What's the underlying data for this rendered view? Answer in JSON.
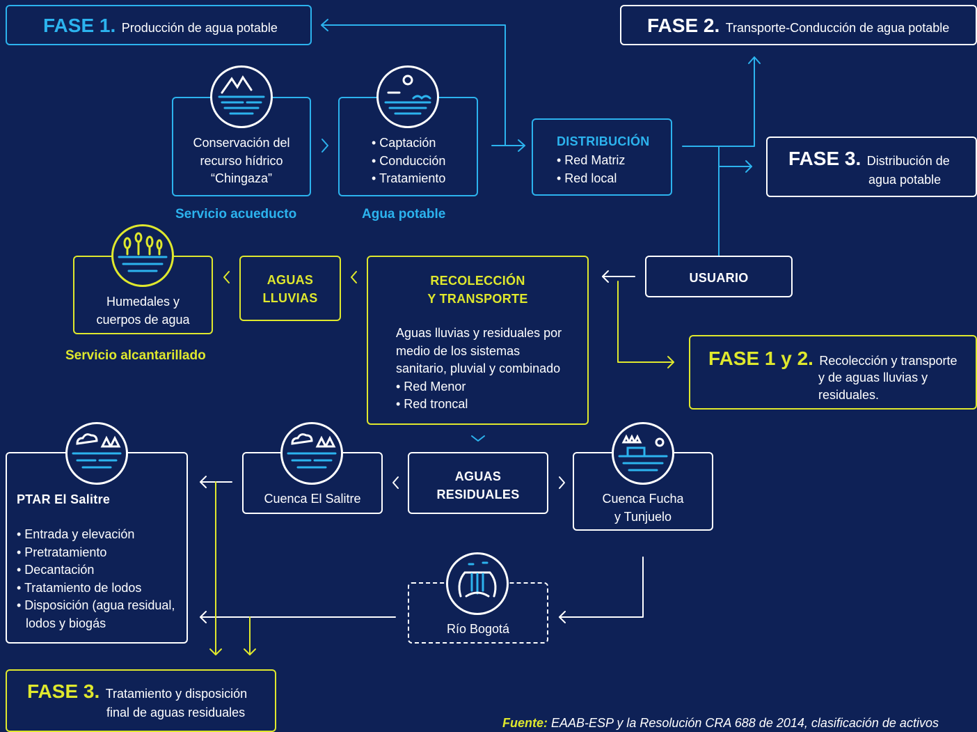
{
  "phases": {
    "f1": {
      "label": "FASE 1.",
      "text": "Producción de agua potable"
    },
    "f2": {
      "label": "FASE 2.",
      "text": "Transporte-Conducción de agua potable"
    },
    "f3a": {
      "label": "FASE 3.",
      "line1": "Distribución de",
      "line2": "agua potable"
    },
    "f12": {
      "label": "FASE 1 y 2.",
      "line1": "Recolección y transporte",
      "line2": "y de aguas lluvias y",
      "line3": "residuales."
    },
    "f3b": {
      "label": "FASE 3.",
      "line1": "Tratamiento y disposición",
      "line2": "final de aguas residuales"
    }
  },
  "nodes": {
    "conservacion": {
      "l1": "Conservación del",
      "l2": "recurso hídrico",
      "l3": "“Chingaza”"
    },
    "captacion": {
      "items": [
        "• Captación",
        "• Conducción",
        "• Tratamiento"
      ]
    },
    "distribucion": {
      "title": "DISTRIBUCIÓN",
      "items": [
        "• Red Matriz",
        "• Red local"
      ]
    },
    "usuario": {
      "title": "USUARIO"
    },
    "recoleccion": {
      "t1": "RECOLECCIÓN",
      "t2": "Y TRANSPORTE",
      "desc1": "Aguas lluvias y residuales por",
      "desc2": "medio de los sistemas",
      "desc3": "sanitario, pluvial y combinado",
      "items": [
        "• Red Menor",
        "• Red troncal"
      ]
    },
    "lluvias": {
      "l1": "AGUAS",
      "l2": "LLUVIAS"
    },
    "humedales": {
      "l1": "Humedales y",
      "l2": "cuerpos de agua"
    },
    "residuales": {
      "l1": "AGUAS",
      "l2": "RESIDUALES"
    },
    "salitre": {
      "text": "Cuenca El Salitre"
    },
    "fucha": {
      "l1": "Cuenca Fucha",
      "l2": "y Tunjuelo"
    },
    "ptar": {
      "title": "PTAR El Salitre",
      "items": [
        "• Entrada y elevación",
        "• Pretratamiento",
        "• Decantación",
        "• Tratamiento de lodos",
        "• Disposición (agua residual,"
      ],
      "extra": "lodos y biogás"
    },
    "bogota": {
      "text": "Río Bogotá"
    }
  },
  "captions": {
    "acueducto": "Servicio acueducto",
    "potable": "Agua potable",
    "alcantarillado": "Servicio alcantarillado"
  },
  "source": {
    "label": "Fuente:",
    "text": " EAAB-ESP y la Resolución CRA 688 de 2014, clasificación de activos"
  },
  "colors": {
    "background": "#0e2156",
    "blue": "#2cb3ee",
    "yellow": "#dfe82d",
    "white": "#ffffff"
  }
}
